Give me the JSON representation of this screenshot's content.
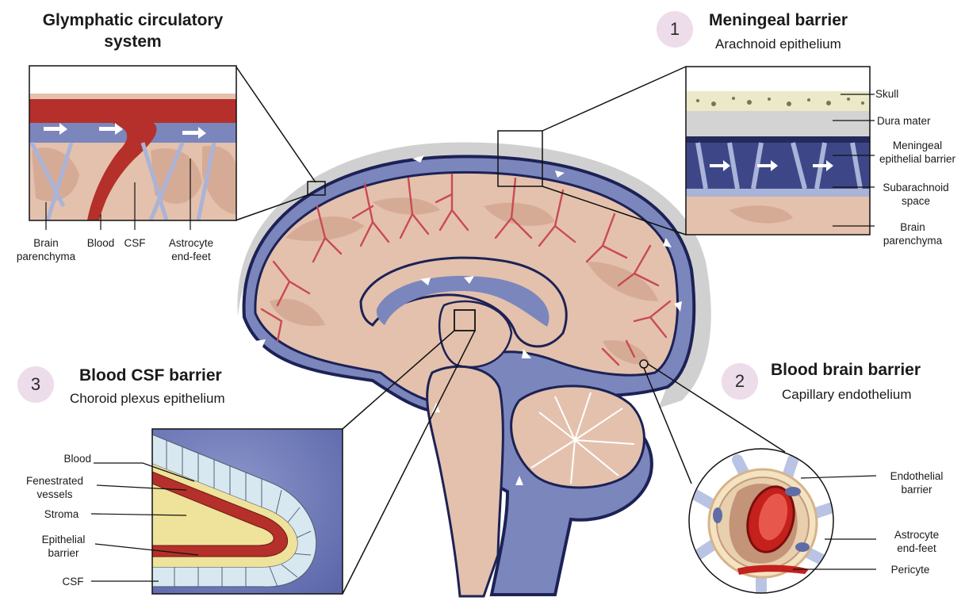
{
  "titles": {
    "glymphatic": "Glymphatic circulatory\nsystem",
    "meningeal_title": "Meningeal barrier",
    "meningeal_sub": "Arachnoid epithelium",
    "meningeal_num": "1",
    "bbb_title": "Blood brain barrier",
    "bbb_sub": "Capillary endothelium",
    "bbb_num": "2",
    "bcsf_title": "Blood CSF barrier",
    "bcsf_sub": "Choroid plexus epithelium",
    "bcsf_num": "3"
  },
  "glymphatic_labels": {
    "brain_parenchyma": "Brain\nparenchyma",
    "blood": "Blood",
    "csf": "CSF",
    "astrocyte": "Astrocyte\nend-feet"
  },
  "meningeal_labels": {
    "skull": "Skull",
    "dura": "Dura mater",
    "meningeal_epi": "Meningeal\nepithelial barrier",
    "subarachnoid": "Subarachnoid\nspace",
    "brain_parenchyma": "Brain\nparenchyma"
  },
  "bcsf_labels": {
    "blood": "Blood",
    "fenestrated": "Fenestrated\nvessels",
    "stroma": "Stroma",
    "epithelial": "Epithelial\nbarrier",
    "csf": "CSF"
  },
  "bbb_labels": {
    "endothelial": "Endothelial\nbarrier",
    "astrocyte": "Astrocyte\nend-feet",
    "pericyte": "Pericyte"
  },
  "colors": {
    "csf_blue": "#7b86bd",
    "dark_blue": "#2f3a78",
    "brain_tan": "#e4c1ad",
    "brain_dark": "#d4a995",
    "blood_red": "#b5302a",
    "vessel_pink": "#c94a55",
    "skull_grey": "#cfcfcf",
    "badge_pink": "#eddcea"
  }
}
